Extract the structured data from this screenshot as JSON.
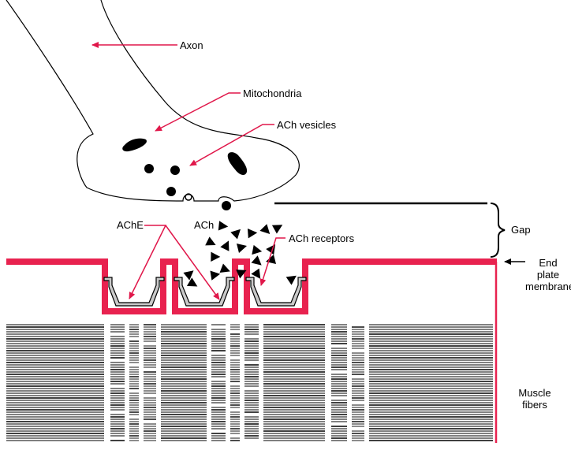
{
  "labels": {
    "axon": "Axon",
    "mitochondria": "Mitochondria",
    "ach_vesicles": "ACh vesicles",
    "ach": "ACh",
    "ache": "AChE",
    "ach_receptors": "ACh receptors",
    "gap": "Gap",
    "end_plate_line1": "End",
    "end_plate_line2": "plate",
    "end_plate_line3": "membrane",
    "muscle_line1": "Muscle",
    "muscle_line2": "fibers"
  },
  "colors": {
    "membrane": "#e8224f",
    "arrow": "#e0174a",
    "ink": "#000000",
    "receptor_fill": "#c9c9c9"
  }
}
